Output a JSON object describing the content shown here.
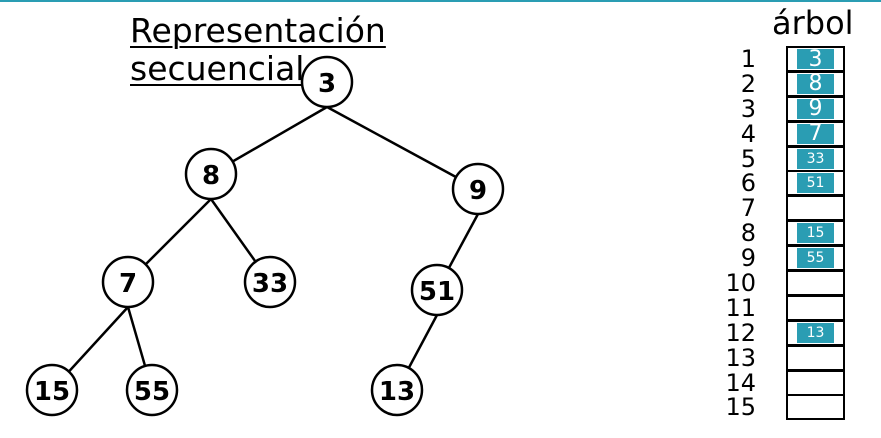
{
  "title": {
    "line1": "Representación",
    "line2": "secuencial"
  },
  "tree": {
    "nodes": [
      {
        "id": "n3",
        "label": "3"
      },
      {
        "id": "n8",
        "label": "8"
      },
      {
        "id": "n9",
        "label": "9"
      },
      {
        "id": "n7",
        "label": "7"
      },
      {
        "id": "n33",
        "label": "33"
      },
      {
        "id": "n51",
        "label": "51"
      },
      {
        "id": "n15",
        "label": "15"
      },
      {
        "id": "n55",
        "label": "55"
      },
      {
        "id": "n13",
        "label": "13"
      }
    ],
    "edges": [
      [
        "n3",
        "n8"
      ],
      [
        "n3",
        "n9"
      ],
      [
        "n8",
        "n7"
      ],
      [
        "n8",
        "n33"
      ],
      [
        "n9",
        "n51"
      ],
      [
        "n7",
        "n15"
      ],
      [
        "n7",
        "n55"
      ],
      [
        "n51",
        "n13"
      ]
    ]
  },
  "array": {
    "title": "árbol",
    "rows": [
      {
        "index": "1",
        "value": "3"
      },
      {
        "index": "2",
        "value": "8"
      },
      {
        "index": "3",
        "value": "9"
      },
      {
        "index": "4",
        "value": "7"
      },
      {
        "index": "5",
        "value": "33"
      },
      {
        "index": "6",
        "value": "51"
      },
      {
        "index": "7",
        "value": ""
      },
      {
        "index": "8",
        "value": "15"
      },
      {
        "index": "9",
        "value": "55"
      },
      {
        "index": "10",
        "value": ""
      },
      {
        "index": "11",
        "value": ""
      },
      {
        "index": "12",
        "value": "13"
      },
      {
        "index": "13",
        "value": ""
      },
      {
        "index": "14",
        "value": ""
      },
      {
        "index": "15",
        "value": ""
      }
    ]
  },
  "colors": {
    "accent": "#2a9db3"
  }
}
